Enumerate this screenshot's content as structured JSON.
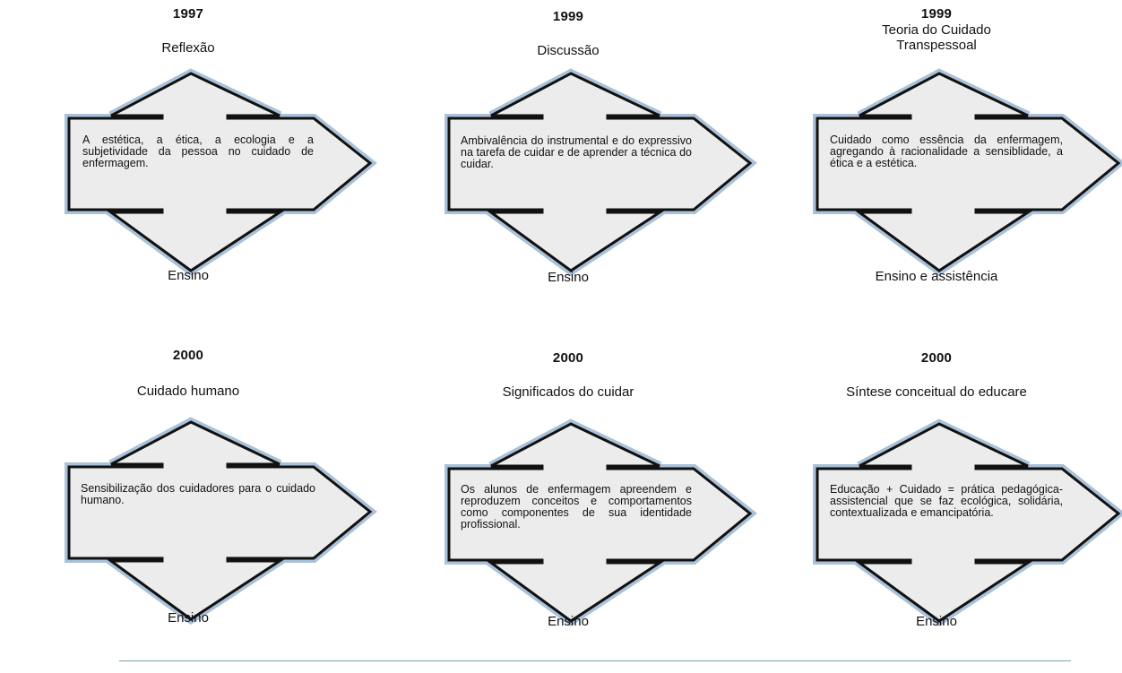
{
  "colors": {
    "shape_fill": "#ececec",
    "shape_outline": "#111111",
    "shape_glow": "#a9c1d9",
    "rule": "#7f9bb0"
  },
  "panels": [
    {
      "year": "1997",
      "concept": "Reflexão",
      "description": "A estética, a ética, a ecologia e a subjetividade da pessoa no cuidado de enfermagem.",
      "footer": "Ensino"
    },
    {
      "year": "1999",
      "concept": "Discussão",
      "description": "Ambivalência do instrumental e do expressivo na tarefa de cuidar e de aprender a técnica do cuidar.",
      "footer": "Ensino"
    },
    {
      "year": "1999",
      "concept": "Teoria do Cuidado\nTranspessoal",
      "description": "Cuidado como essência da enfermagem, agregando à racionalidade a sensiblidade, a ética e a estética.",
      "footer": "Ensino e assistência"
    },
    {
      "year": "2000",
      "concept": "Cuidado humano",
      "description": "Sensibilização dos cuidadores para o cuidado humano.",
      "footer": "Ensino"
    },
    {
      "year": "2000",
      "concept": "Significados do cuidar",
      "description": "Os alunos de enfermagem apreendem e reproduzem conceitos e comportamentos como componentes de sua identidade profissional.",
      "footer": "Ensino"
    },
    {
      "year": "2000",
      "concept": "Síntese conceitual do educare",
      "description": "Educação + Cuidado = prática pedagógica-assistencial que se faz ecológica, solidária, contextualizada e emancipatória.",
      "footer": "Ensino"
    }
  ]
}
